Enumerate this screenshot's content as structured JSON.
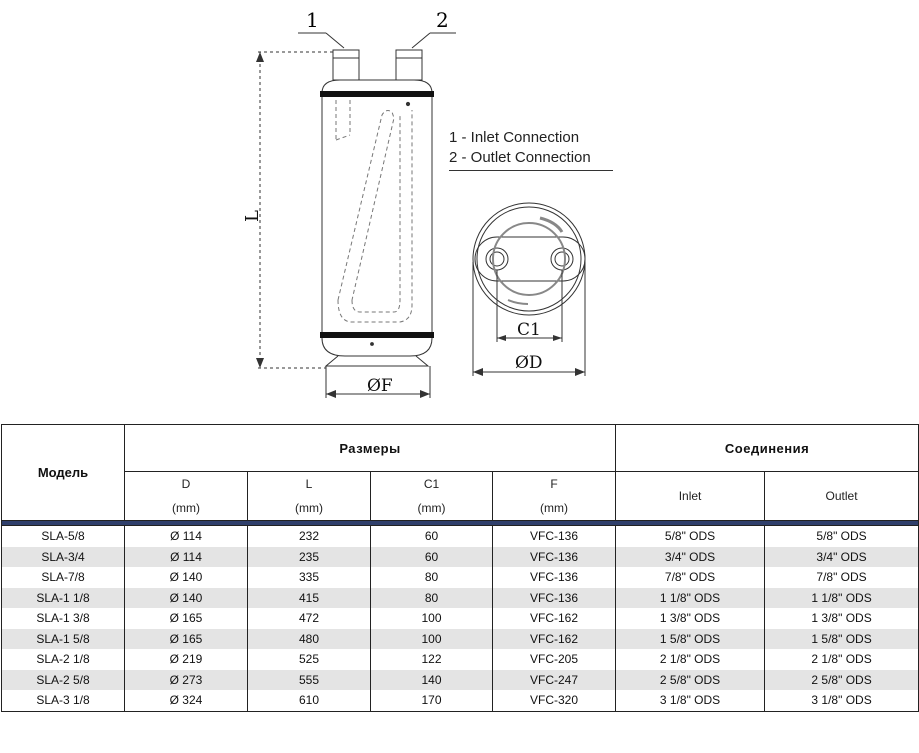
{
  "drawing": {
    "callout_1": "1",
    "callout_2": "2",
    "dim_L": "L",
    "dim_F": "ØF",
    "dim_C1": "C1",
    "dim_D": "ØD"
  },
  "legend": {
    "line_1": "1 - Inlet Connection",
    "line_2": "2 - Outlet Connection"
  },
  "table": {
    "header_model": "Модель",
    "header_sizes": "Размеры",
    "header_connections": "Соединения",
    "columns": [
      {
        "label": "D",
        "unit": "(mm)"
      },
      {
        "label": "L",
        "unit": "(mm)"
      },
      {
        "label": "C1",
        "unit": "(mm)"
      },
      {
        "label": "F",
        "unit": "(mm)"
      }
    ],
    "header_inlet": "Inlet",
    "header_outlet": "Outlet",
    "rows": [
      [
        "SLA-5/8",
        "Ø 114",
        "232",
        "60",
        "VFC-136",
        "5/8\" ODS",
        "5/8\" ODS"
      ],
      [
        "SLA-3/4",
        "Ø 114",
        "235",
        "60",
        "VFC-136",
        "3/4\" ODS",
        "3/4\" ODS"
      ],
      [
        "SLA-7/8",
        "Ø 140",
        "335",
        "80",
        "VFC-136",
        "7/8\" ODS",
        "7/8\" ODS"
      ],
      [
        "SLA-1 1/8",
        "Ø 140",
        "415",
        "80",
        "VFC-136",
        "1 1/8\" ODS",
        "1 1/8\" ODS"
      ],
      [
        "SLA-1 3/8",
        "Ø 165",
        "472",
        "100",
        "VFC-162",
        "1 3/8\" ODS",
        "1 3/8\" ODS"
      ],
      [
        "SLA-1 5/8",
        "Ø 165",
        "480",
        "100",
        "VFC-162",
        "1 5/8\" ODS",
        "1 5/8\" ODS"
      ],
      [
        "SLA-2 1/8",
        "Ø 219",
        "525",
        "122",
        "VFC-205",
        "2 1/8\" ODS",
        "2 1/8\" ODS"
      ],
      [
        "SLA-2 5/8",
        "Ø 273",
        "555",
        "140",
        "VFC-247",
        "2 5/8\" ODS",
        "2 5/8\" ODS"
      ],
      [
        "SLA-3 1/8",
        "Ø 324",
        "610",
        "170",
        "VFC-320",
        "3 1/8\" ODS",
        "3 1/8\" ODS"
      ]
    ]
  }
}
